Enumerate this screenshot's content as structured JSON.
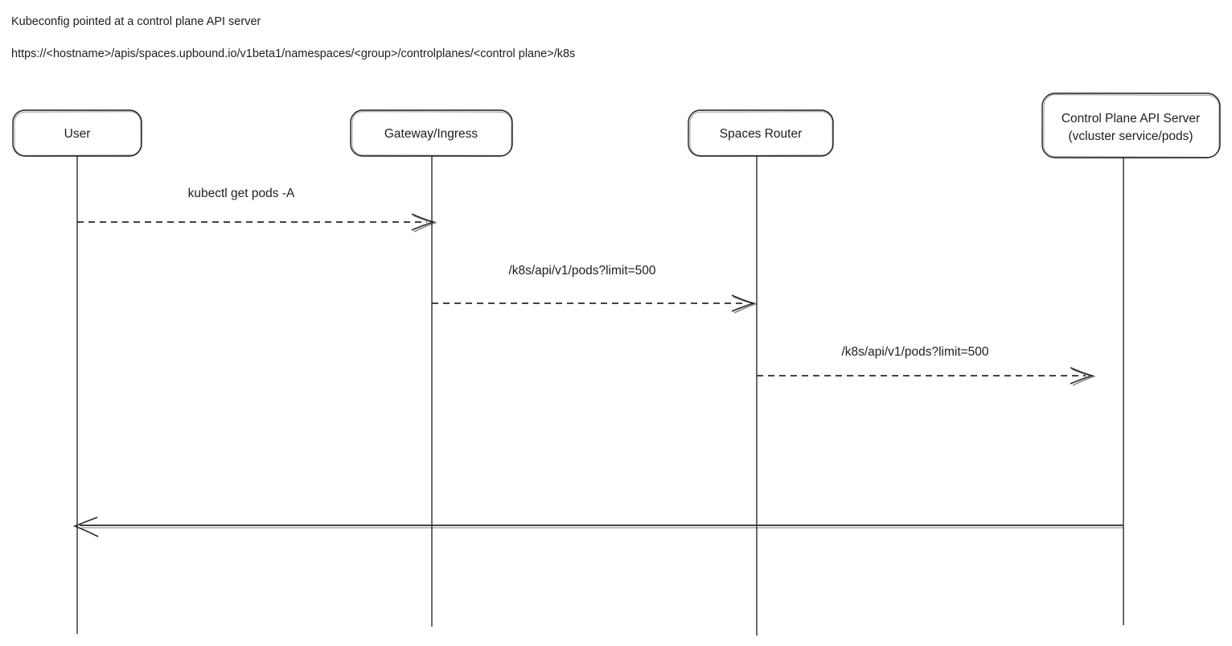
{
  "header": {
    "title": "Kubeconfig pointed at a control plane API server",
    "url": "https://<hostname>/apis/spaces.upbound.io/v1beta1/namespaces/<group>/controlplanes/<control plane>/k8s"
  },
  "actors": [
    {
      "label": "User"
    },
    {
      "label": "Gateway/Ingress"
    },
    {
      "label": "Spaces Router"
    },
    {
      "label": "Control Plane API Server",
      "label2": "(vcluster service/pods)"
    }
  ],
  "messages": [
    {
      "from": "User",
      "to": "Gateway/Ingress",
      "label": "kubectl get pods -A",
      "line": "dashed"
    },
    {
      "from": "Gateway/Ingress",
      "to": "Spaces Router",
      "label": "/k8s/api/v1/pods?limit=500",
      "line": "dashed"
    },
    {
      "from": "Spaces Router",
      "to": "Control Plane API Server",
      "label": "/k8s/api/v1/pods?limit=500",
      "line": "dashed"
    },
    {
      "from": "Control Plane API Server",
      "to": "User",
      "label": "",
      "line": "solid"
    }
  ],
  "colors": {
    "stroke": "#1e1e1e",
    "text": "#1e1e1e",
    "background": "#ffffff"
  }
}
